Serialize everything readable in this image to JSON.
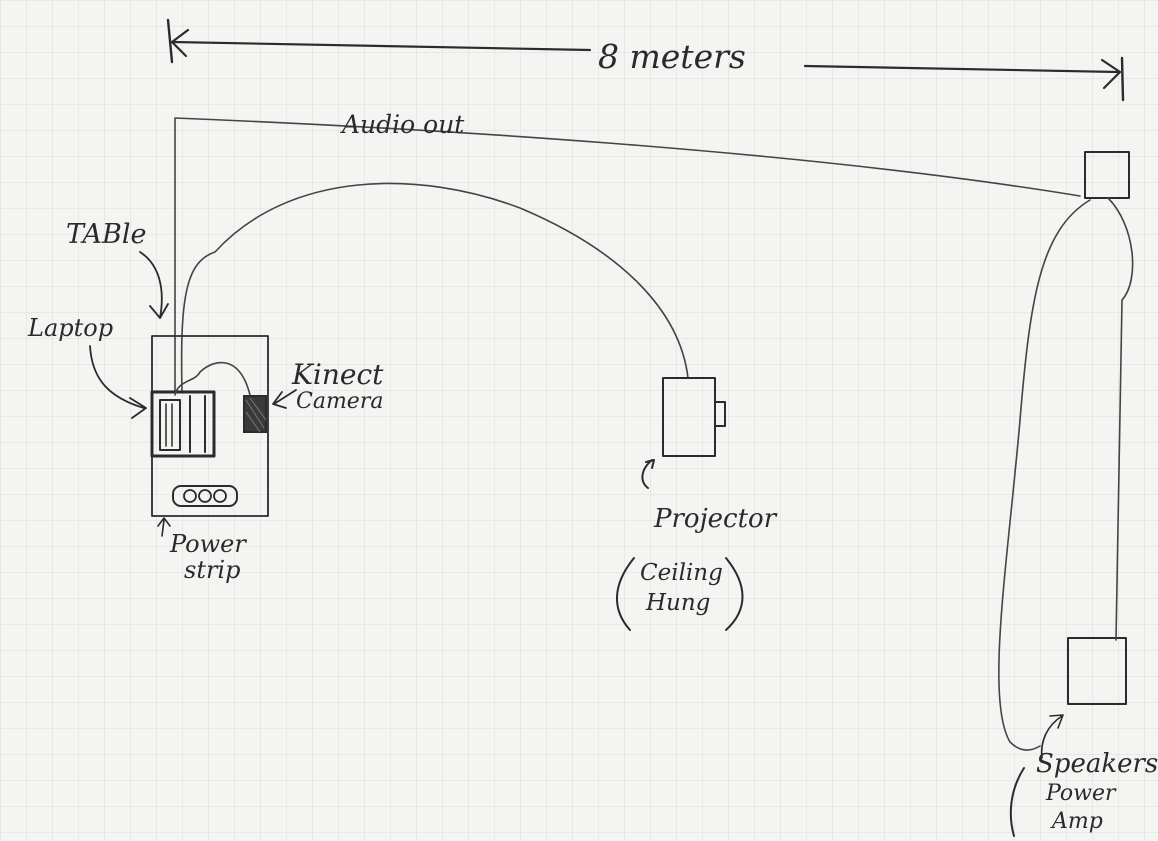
{
  "labels": {
    "dimension": "8 meters",
    "audio_out": "Audio out",
    "table": "TABle",
    "laptop": "Laptop",
    "kinect_line1": "Kinect",
    "kinect_line2": "Camera",
    "power_line1": "Power",
    "power_line2": "strip",
    "projector": "Projector",
    "ceiling_line1": "Ceiling",
    "ceiling_line2": "Hung",
    "speakers": "Speakers",
    "amp_line1": "Power",
    "amp_line2": "Amp"
  }
}
